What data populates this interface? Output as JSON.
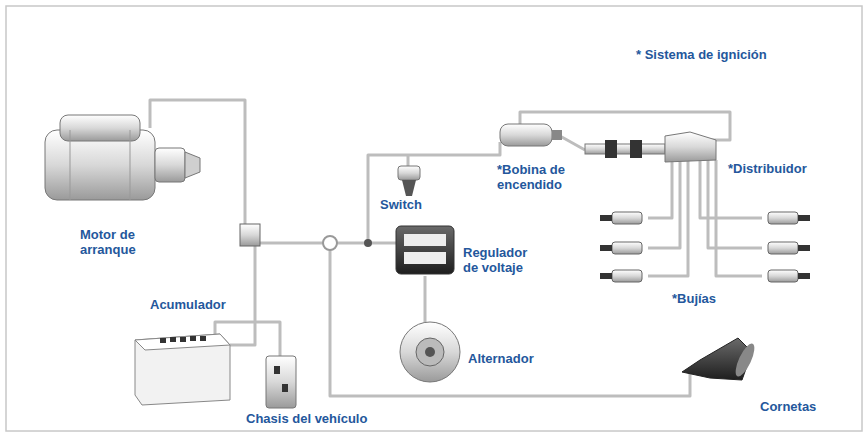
{
  "diagram": {
    "labels": [
      "* Sistema de ignición",
      "*Bobina de encendido",
      "*Distribuidor",
      "Switch",
      "Motor de arranque",
      "Regulador de voltaje",
      "*Bujías",
      "Acumulador",
      "Alternador",
      "Chasis del vehículo",
      "Cornetas"
    ]
  }
}
